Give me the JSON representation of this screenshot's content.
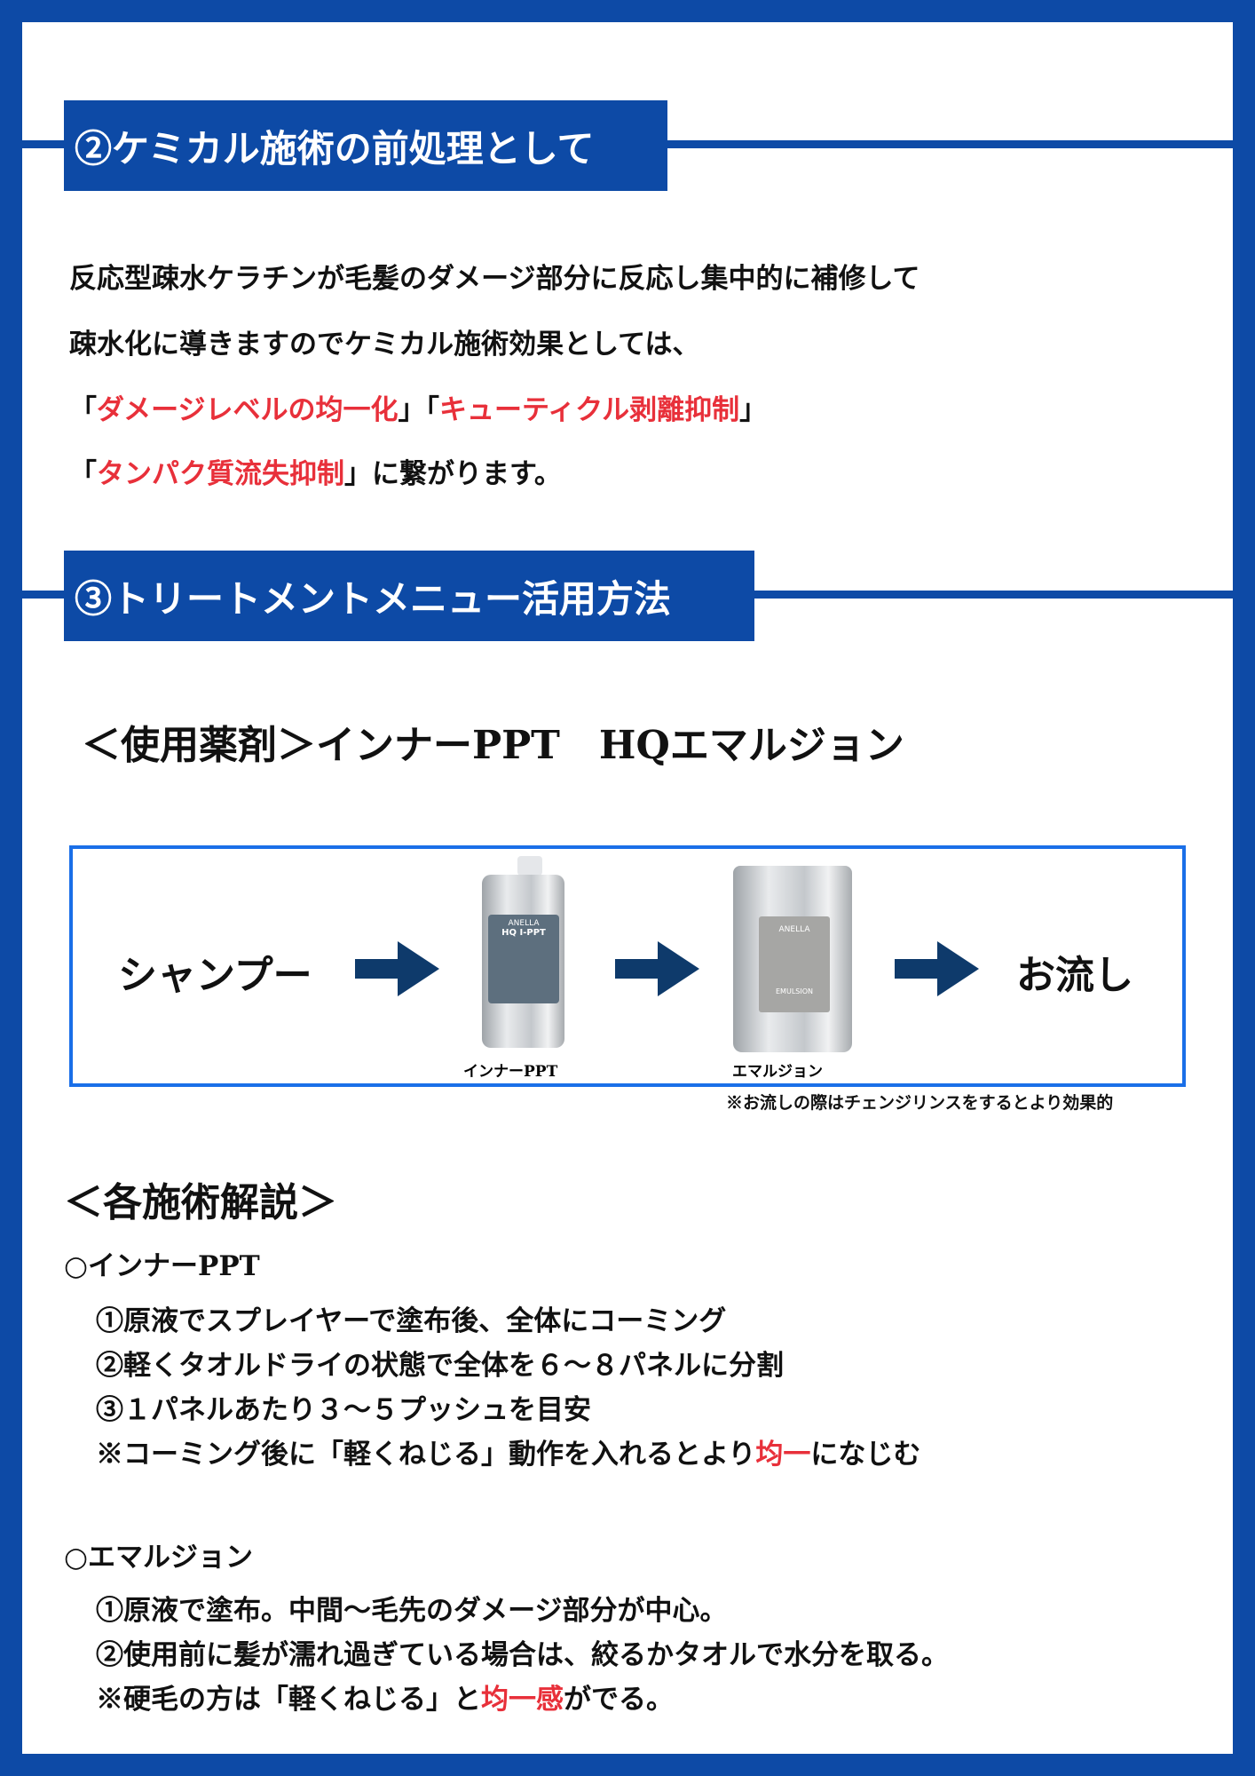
{
  "section2": {
    "title": "②ケミカル施術の前処理として",
    "line1": "反応型疎水ケラチンが毛髪のダメージ部分に反応し集中的に補修して",
    "line2": "疎水化に導きますのでケミカル施術効果としては、",
    "line3": [
      {
        "t": "「",
        "r": false
      },
      {
        "t": "ダメージレベルの均一化",
        "r": true
      },
      {
        "t": "」「",
        "r": false
      },
      {
        "t": "キューティクル剥離抑制",
        "r": true
      },
      {
        "t": "」",
        "r": false
      }
    ],
    "line4": [
      {
        "t": "「",
        "r": false
      },
      {
        "t": "タンパク質流失抑制",
        "r": true
      },
      {
        "t": "」に繋がります。",
        "r": false
      }
    ]
  },
  "section3": {
    "title": "③トリートメントメニュー活用方法",
    "chemicals": "＜使用薬剤＞インナーPPT　HQエマルジョン",
    "flow": {
      "step1": "シャンプー",
      "product1_label": "インナーPPT",
      "product1_brand": "ANELLA",
      "product1_name": "HQ I-PPT",
      "product2_label": "エマルジョン",
      "product2_brand": "ANELLA",
      "product2_name": "EMULSION",
      "step4": "お流し"
    },
    "note": "※お流しの際はチェンジリンスをするとより効果的"
  },
  "explain": {
    "title": "＜各施術解説＞",
    "ppt": {
      "heading": "○インナーPPT",
      "items": [
        "①原液でスプレイヤーで塗布後、全体にコーミング",
        "②軽くタオルドライの状態で全体を６～８パネルに分割",
        "③１パネルあたり３～５プッシュを目安"
      ],
      "note": [
        {
          "t": "※コーミング後に「軽くねじる」動作を入れるとより",
          "r": false
        },
        {
          "t": "均一",
          "r": true
        },
        {
          "t": "になじむ",
          "r": false
        }
      ]
    },
    "emulsion": {
      "heading": "○エマルジョン",
      "items": [
        "①原液で塗布。中間～毛先のダメージ部分が中心。",
        "②使用前に髪が濡れ過ぎている場合は、絞るかタオルで水分を取る。"
      ],
      "note": [
        {
          "t": "※硬毛の方は「軽くねじる」と",
          "r": false
        },
        {
          "t": "均一感",
          "r": true
        },
        {
          "t": "がでる。",
          "r": false
        }
      ]
    }
  },
  "colors": {
    "frame": "#0d4aa6",
    "flow_border": "#1a6fe8",
    "arrow": "#0e3a6b",
    "highlight": "#e8303a"
  }
}
